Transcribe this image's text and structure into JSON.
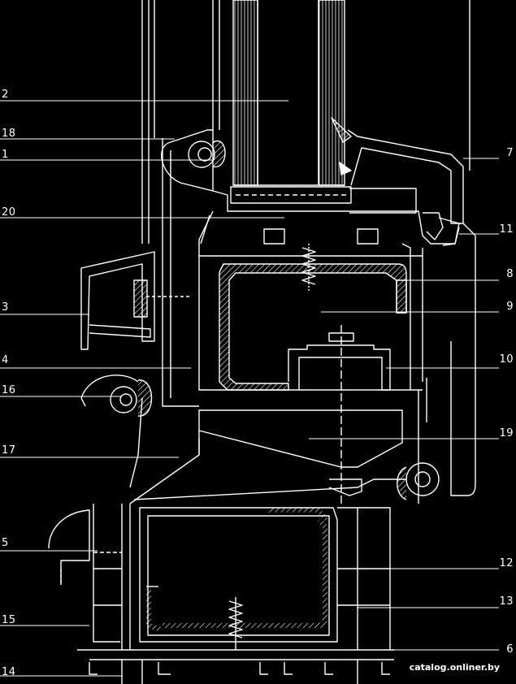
{
  "labels": {
    "left": [
      "2",
      "18",
      "1",
      "20",
      "3",
      "4",
      "16",
      "17",
      "5",
      "15",
      "14"
    ],
    "right": [
      "7",
      "11",
      "8",
      "9",
      "10",
      "19",
      "12",
      "13",
      "6"
    ]
  },
  "watermark": "catalog.onliner.by"
}
